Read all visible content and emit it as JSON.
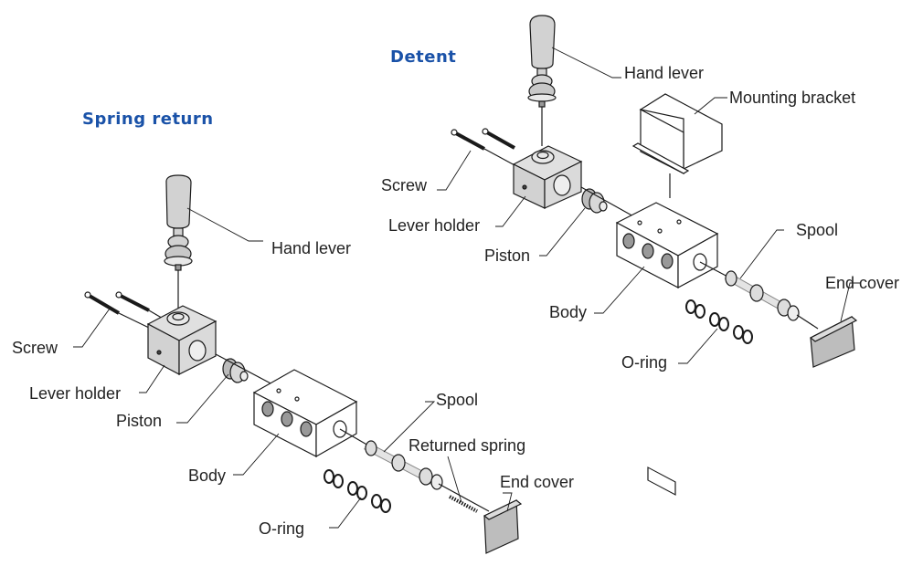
{
  "colors": {
    "title": "#1a52a8",
    "line": "#1a1a1a",
    "part_fill": "#d2d2d2",
    "part_fill_light": "#e8e8e8",
    "label": "#222222"
  },
  "assemblies": [
    {
      "title": "Spring return",
      "labels": {
        "hand_lever": "Hand lever",
        "screw": "Screw",
        "lever_holder": "Lever holder",
        "piston": "Piston",
        "body": "Body",
        "spool": "Spool",
        "returned_spring": "Returned spring",
        "end_cover": "End cover",
        "o_ring": "O-ring"
      }
    },
    {
      "title": "Detent",
      "labels": {
        "hand_lever": "Hand lever",
        "mounting_bracket": "Mounting bracket",
        "screw": "Screw",
        "lever_holder": "Lever holder",
        "piston": "Piston",
        "body": "Body",
        "spool": "Spool",
        "end_cover": "End cover",
        "o_ring": "O-ring"
      }
    }
  ]
}
